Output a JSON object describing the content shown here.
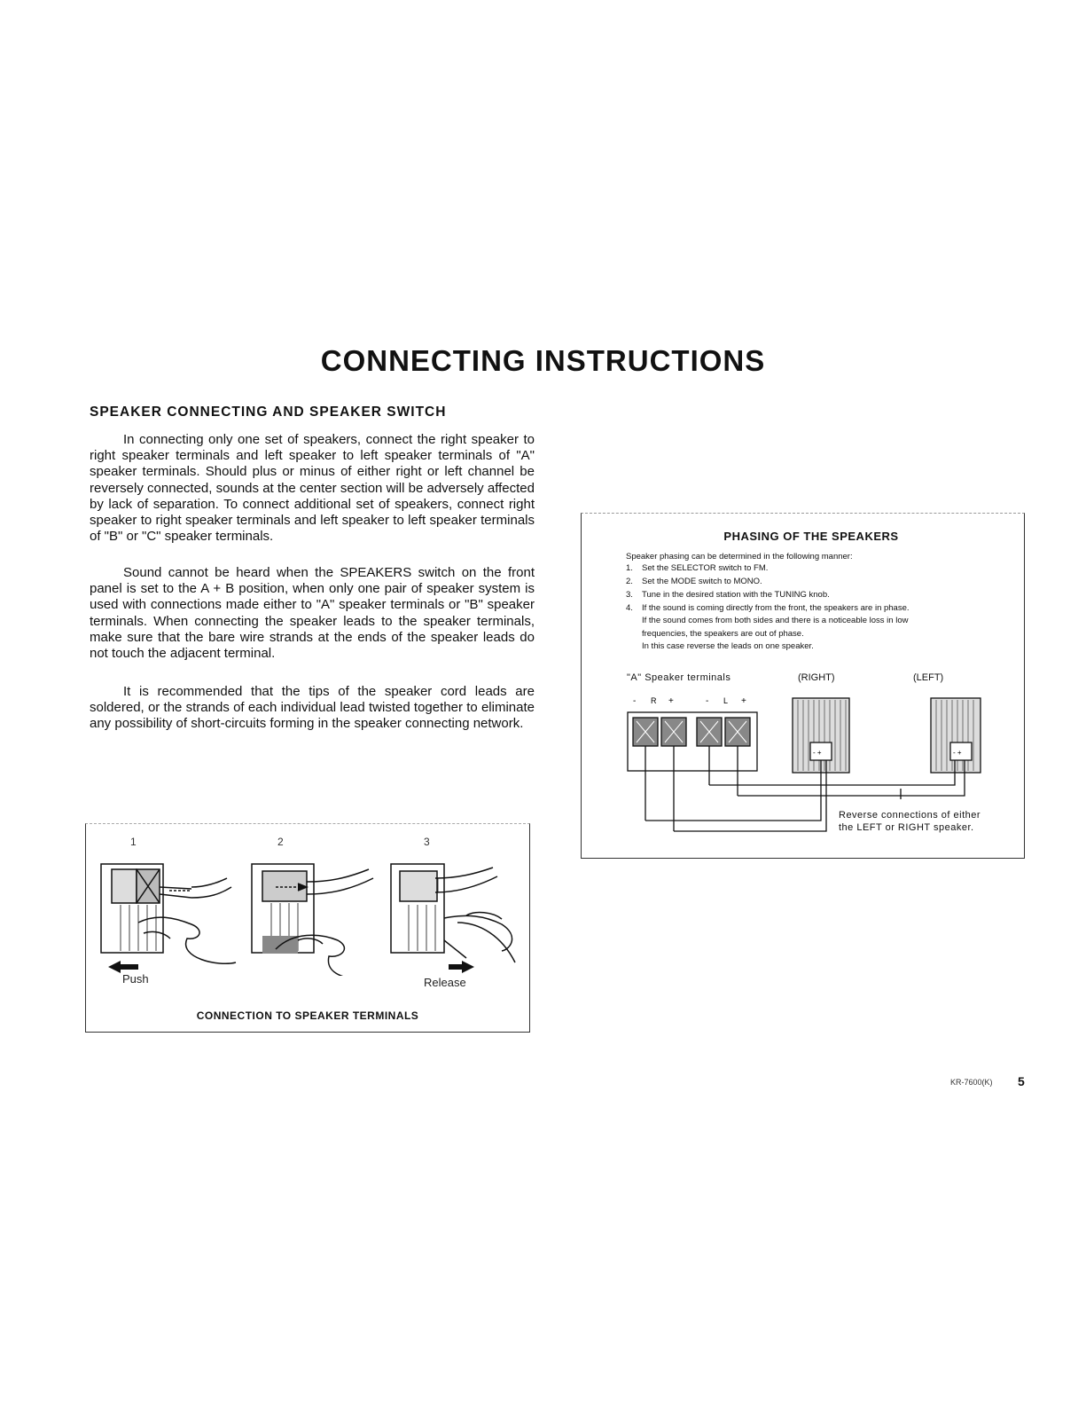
{
  "title": "CONNECTING INSTRUCTIONS",
  "section_heading": "SPEAKER CONNECTING AND SPEAKER SWITCH",
  "paragraphs": [
    "In connecting only one set of speakers, connect the right speaker to right speaker terminals and left speaker to left speaker terminals of \"A\" speaker terminals. Should plus or minus of either right or left channel be reversely connected, sounds at the center section will be adversely affected by lack of separation. To connect additional set of speakers, connect right speaker to right speaker terminals and left speaker to left speaker terminals of \"B\" or \"C\" speaker terminals.",
    "Sound cannot be heard when the SPEAKERS switch on the front panel is set to the A + B position, when only one pair of speaker system is used with connections made either to \"A\" speaker terminals or \"B\" speaker terminals. When connecting the speaker leads to the speaker terminals, make sure that the bare wire strands at the ends of the speaker leads do not touch the adjacent terminal.",
    "It is recommended that the tips of the speaker cord leads are soldered, or the strands of each individual lead twisted together to eliminate any possibility of short-circuits forming in the speaker connecting network."
  ],
  "figure_left": {
    "steps": [
      "1",
      "2",
      "3"
    ],
    "push_label": "Push",
    "release_label": "Release",
    "caption": "CONNECTION TO SPEAKER TERMINALS"
  },
  "phasing": {
    "title": "PHASING OF THE SPEAKERS",
    "intro": "Speaker phasing can be determined in the following manner:",
    "steps": [
      {
        "num": "1.",
        "text": "Set the SELECTOR switch to FM."
      },
      {
        "num": "2.",
        "text": "Set the MODE switch to MONO."
      },
      {
        "num": "3.",
        "text": "Tune in the desired station with the TUNING knob."
      },
      {
        "num": "4.",
        "text": "If the sound is coming directly from the front, the speakers are in phase.",
        "cont": [
          "If the sound comes from both sides and there is a noticeable loss in low",
          "frequencies, the speakers are out of phase.",
          "In this case reverse the leads on one speaker."
        ]
      }
    ],
    "terminals_label": "\"A\" Speaker terminals",
    "terminal_marks": [
      "-",
      "R",
      "+",
      "-",
      "L",
      "+"
    ],
    "right_label": "(RIGHT)",
    "left_label": "(LEFT)",
    "reverse_note": [
      "Reverse connections of either",
      "the LEFT or RIGHT speaker."
    ]
  },
  "footer": {
    "model": "KR-7600(K)",
    "page": "5"
  }
}
